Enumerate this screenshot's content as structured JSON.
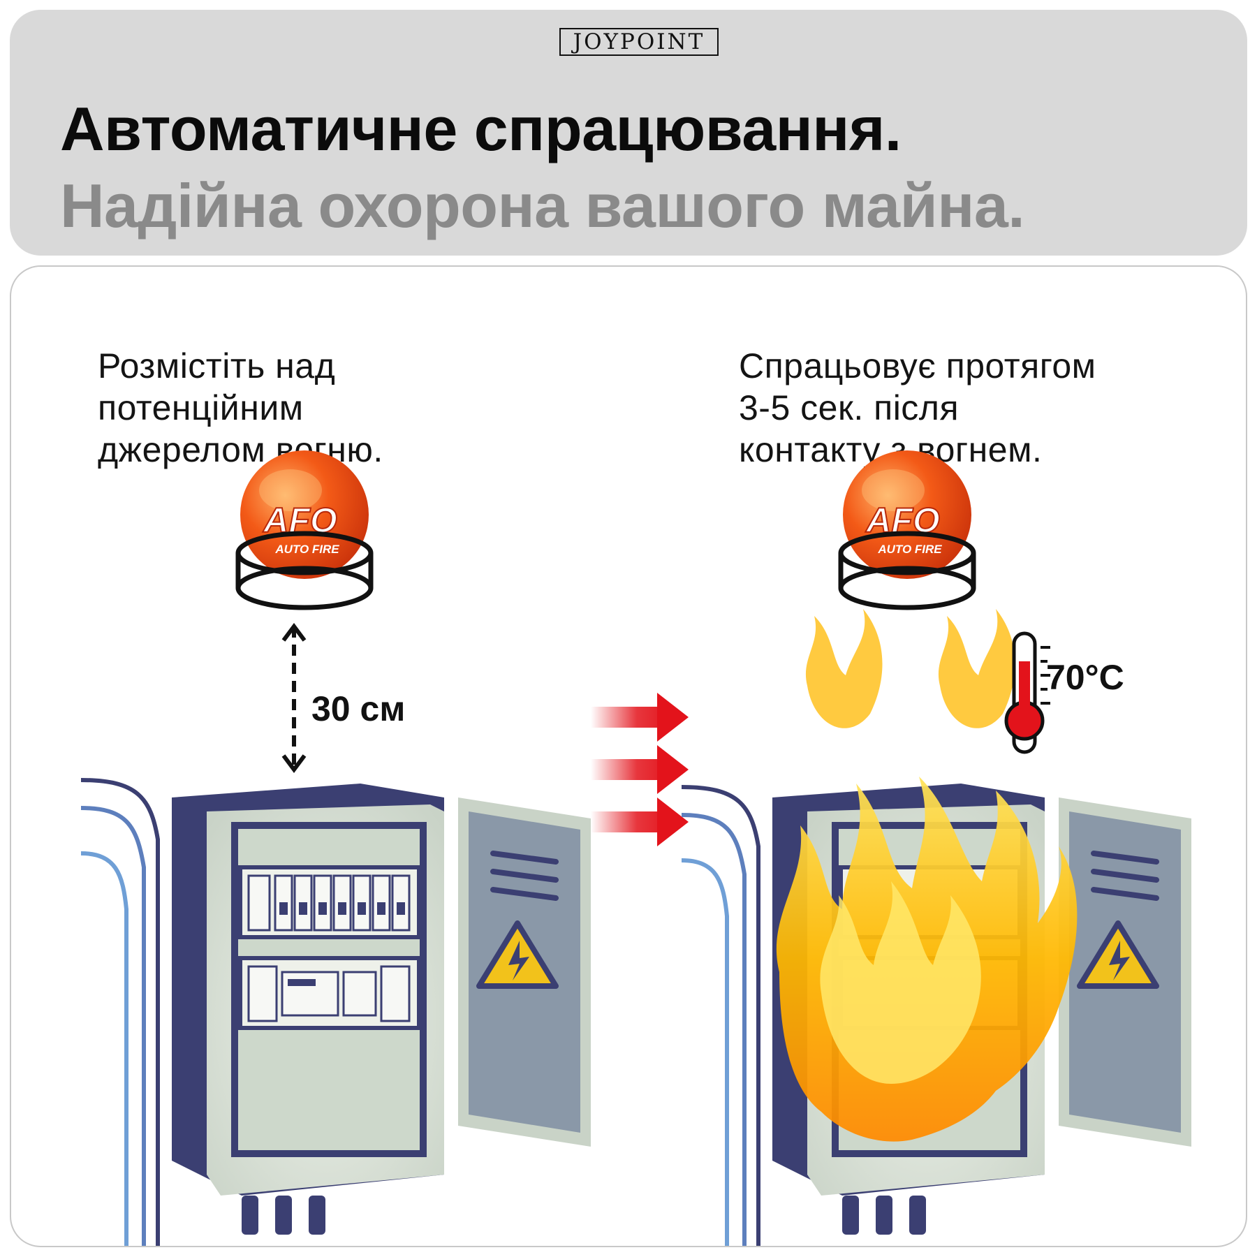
{
  "brand": "JOYPOINT",
  "title": "Автоматичне спрацювання.",
  "subtitle": "Надійна охорона вашого майна.",
  "steps": [
    {
      "caption_lines": [
        "Розмістіть над",
        "потенційним",
        "джерелом вогню."
      ],
      "distance_label": "30 см"
    },
    {
      "caption_lines": [
        "Спрацьовує протягом",
        "3-5 сек. після",
        "контакту з вогнем."
      ],
      "temperature_label": "70°C"
    }
  ],
  "product": {
    "logo_text": "AFO",
    "logo_subtext": "AUTO FIRE"
  },
  "colors": {
    "header_bg": "#d9d9d9",
    "title": "#0b0b0b",
    "subtitle": "#8a8a8a",
    "ball": "#f04a12",
    "arrow": "#e3131b",
    "cabinet_dark": "#3b3f72",
    "cabinet_light": "#dfe5dc"
  }
}
